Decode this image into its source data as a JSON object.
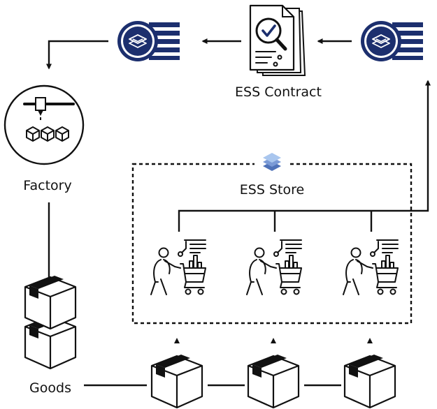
{
  "labels": {
    "contract": "ESS Contract",
    "factory": "Factory",
    "store": "ESS Store",
    "goods": "Goods"
  },
  "colors": {
    "navy": "#1c2f6e",
    "ink": "#111111",
    "ess_light": "#a9c6ee",
    "ess_dark": "#4f72b8"
  },
  "icons": [
    "ledger-server-icon",
    "contract-search-icon",
    "3d-printer-factory-icon",
    "ess-layers-icon",
    "shopper-cart-icon",
    "box-icon"
  ]
}
